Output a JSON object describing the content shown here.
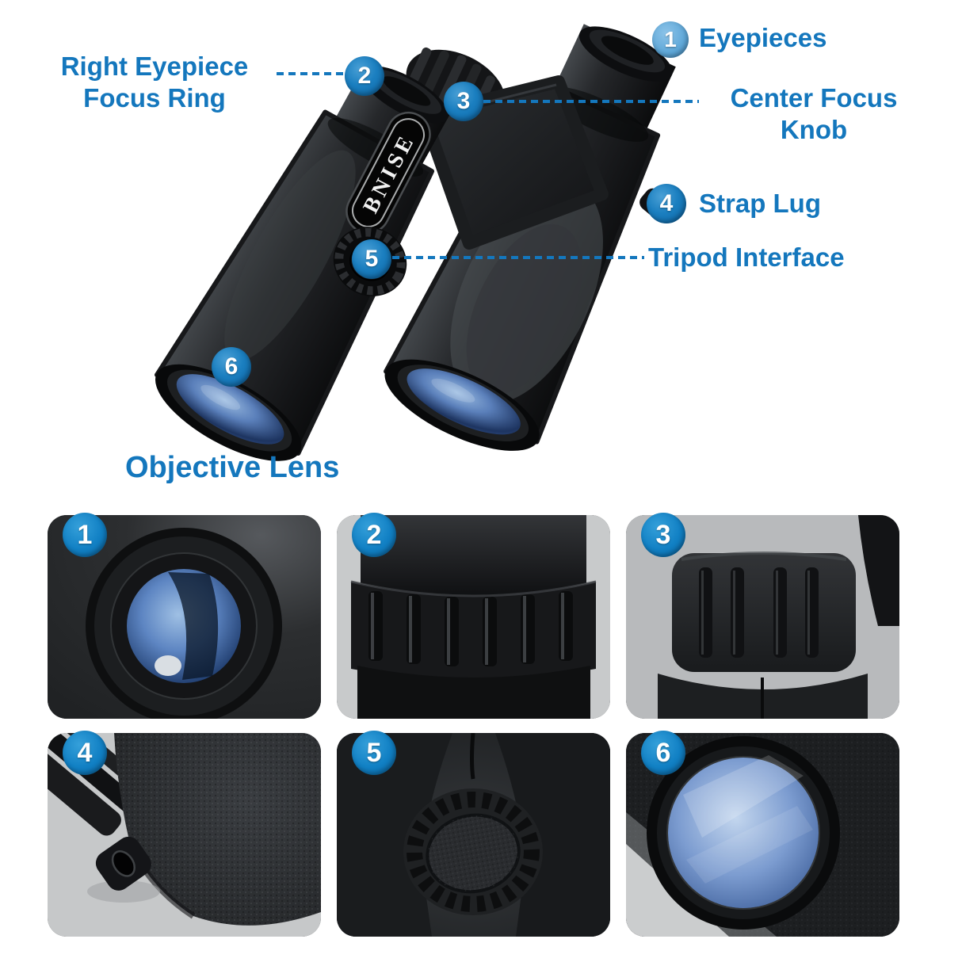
{
  "colors": {
    "label_blue": "#1477bd",
    "badge_blue": "#0d74b6",
    "badge_light_blue": "#66abd9",
    "lens_blue": "#5d85c2"
  },
  "brand": {
    "logo_text": "BNISE"
  },
  "callouts": {
    "c1": {
      "num": "1",
      "label": "Eyepieces"
    },
    "c2": {
      "num": "2",
      "line1": "Right Eyepiece",
      "line2": "Focus Ring"
    },
    "c3": {
      "num": "3",
      "line1": "Center Focus",
      "line2": "Knob"
    },
    "c4": {
      "num": "4",
      "label": "Strap Lug"
    },
    "c5": {
      "num": "5",
      "label": "Tripod Interface"
    },
    "c6": {
      "num": "6",
      "label": "Objective Lens"
    }
  },
  "tiles": {
    "t1": {
      "num": "1",
      "depicts": "eyepiece lens close-up"
    },
    "t2": {
      "num": "2",
      "depicts": "right eyepiece focus ring close-up"
    },
    "t3": {
      "num": "3",
      "depicts": "center focus knob close-up"
    },
    "t4": {
      "num": "4",
      "depicts": "strap lug close-up"
    },
    "t5": {
      "num": "5",
      "depicts": "tripod interface close-up"
    },
    "t6": {
      "num": "6",
      "depicts": "objective lens close-up"
    }
  }
}
